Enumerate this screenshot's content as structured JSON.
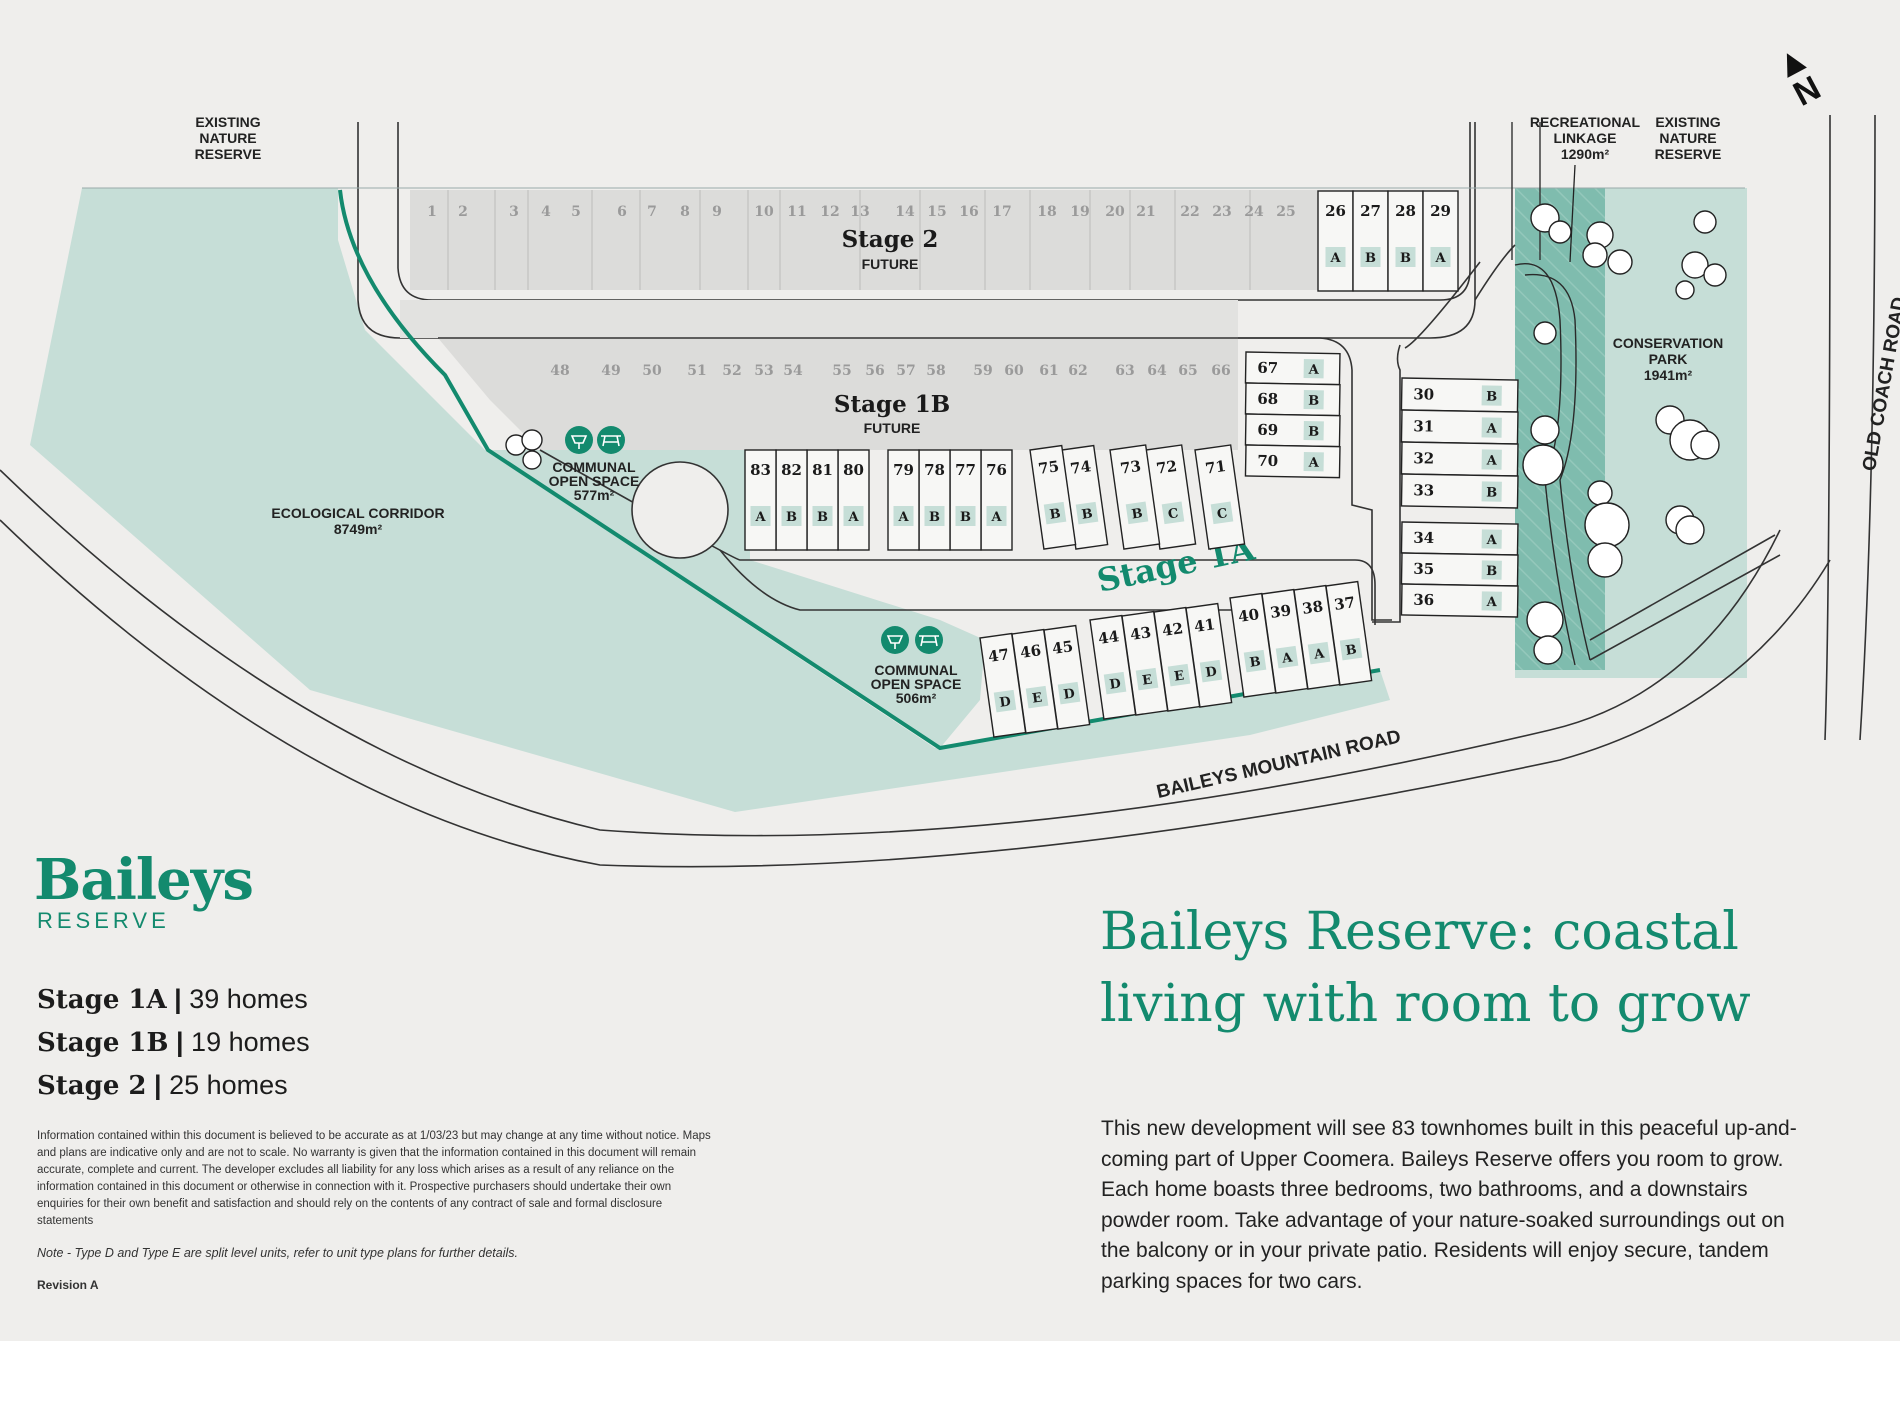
{
  "colors": {
    "accent": "#138a6e",
    "green_area": "#c6ded7",
    "linkage": "#7fbcae",
    "future_lot": "#dcdcda",
    "background": "#efeeec"
  },
  "map": {
    "labels": {
      "existing_nature_reserve_left": [
        "EXISTING",
        "NATURE",
        "RESERVE"
      ],
      "recreational_linkage": [
        "RECREATIONAL",
        "LINKAGE",
        "1290m²"
      ],
      "existing_nature_reserve_right": [
        "EXISTING",
        "NATURE",
        "RESERVE"
      ],
      "conservation_park": [
        "CONSERVATION",
        "PARK",
        "1941m²"
      ],
      "old_coach_road": "OLD COACH ROAD",
      "ecological_corridor": [
        "ECOLOGICAL CORRIDOR",
        "8749m²"
      ],
      "communal_open_space_1": [
        "COMMUNAL",
        "OPEN SPACE",
        "577m²"
      ],
      "communal_open_space_2": [
        "COMMUNAL",
        "OPEN SPACE",
        "506m²"
      ],
      "baileys_mountain_road": "BAILEYS MOUNTAIN ROAD",
      "stage2_title": "Stage 2",
      "stage2_sub": "FUTURE",
      "stage1b_title": "Stage 1B",
      "stage1b_sub": "FUTURE",
      "stage1a_title": "Stage 1A",
      "north": "N"
    },
    "icons": [
      "north-arrow-icon",
      "bbq-icon",
      "picnic-table-icon",
      "tree-icon"
    ],
    "future_lots_stage2": [
      "1",
      "2",
      "3",
      "4",
      "5",
      "6",
      "7",
      "8",
      "9",
      "10",
      "11",
      "12",
      "13",
      "14",
      "15",
      "16",
      "17",
      "18",
      "19",
      "20",
      "21",
      "22",
      "23",
      "24",
      "25"
    ],
    "future_lots_stage1b": [
      "48",
      "49",
      "50",
      "51",
      "52",
      "53",
      "54",
      "55",
      "56",
      "57",
      "58",
      "59",
      "60",
      "61",
      "62",
      "63",
      "64",
      "65",
      "66"
    ],
    "lots": [
      {
        "n": "26",
        "t": "A"
      },
      {
        "n": "27",
        "t": "B"
      },
      {
        "n": "28",
        "t": "B"
      },
      {
        "n": "29",
        "t": "A"
      },
      {
        "n": "30",
        "t": "B"
      },
      {
        "n": "31",
        "t": "A"
      },
      {
        "n": "32",
        "t": "A"
      },
      {
        "n": "33",
        "t": "B"
      },
      {
        "n": "34",
        "t": "A"
      },
      {
        "n": "35",
        "t": "B"
      },
      {
        "n": "36",
        "t": "A"
      },
      {
        "n": "37",
        "t": "B"
      },
      {
        "n": "38",
        "t": "A"
      },
      {
        "n": "39",
        "t": "A"
      },
      {
        "n": "40",
        "t": "B"
      },
      {
        "n": "41",
        "t": "D"
      },
      {
        "n": "42",
        "t": "E"
      },
      {
        "n": "43",
        "t": "E"
      },
      {
        "n": "44",
        "t": "D"
      },
      {
        "n": "45",
        "t": "D"
      },
      {
        "n": "46",
        "t": "E"
      },
      {
        "n": "47",
        "t": "D"
      },
      {
        "n": "67",
        "t": "A"
      },
      {
        "n": "68",
        "t": "B"
      },
      {
        "n": "69",
        "t": "B"
      },
      {
        "n": "70",
        "t": "A"
      },
      {
        "n": "71",
        "t": "C"
      },
      {
        "n": "72",
        "t": "C"
      },
      {
        "n": "73",
        "t": "B"
      },
      {
        "n": "74",
        "t": "B"
      },
      {
        "n": "75",
        "t": "B"
      },
      {
        "n": "76",
        "t": "A"
      },
      {
        "n": "77",
        "t": "B"
      },
      {
        "n": "78",
        "t": "B"
      },
      {
        "n": "79",
        "t": "A"
      },
      {
        "n": "80",
        "t": "A"
      },
      {
        "n": "81",
        "t": "B"
      },
      {
        "n": "82",
        "t": "B"
      },
      {
        "n": "83",
        "t": "A"
      }
    ]
  },
  "brand": {
    "name": "Baileys",
    "sub": "RESERVE"
  },
  "stages": [
    {
      "name": "Stage 1A",
      "sep": " | ",
      "homes": "39 homes"
    },
    {
      "name": "Stage 1B",
      "sep": " | ",
      "homes": "19 homes"
    },
    {
      "name": "Stage 2",
      "sep": " | ",
      "homes": "25 homes"
    }
  ],
  "disclaimer": "Information contained within this document is believed to be accurate as at 1/03/23 but may change at any time without notice. Maps and plans are indicative only and are not to scale. No warranty is given that the information contained in this document will remain accurate, complete and current. The developer excludes all liability for any loss which arises as a result of any reliance on the information contained in this document or otherwise in connection with it. Prospective purchasers should undertake their own enquiries for their own benefit and satisfaction and should rely on the contents of any contract of sale and formal disclosure statements",
  "note": "Note - Type D and Type E are split level units, refer to unit type plans for further details.",
  "revision": "Revision A",
  "headline": "Baileys Reserve: coastal living with room to grow",
  "body": "This new development will see 83 townhomes built in this peaceful up-and-coming part of Upper Coomera. Baileys Reserve offers you room to grow. Each home boasts three bedrooms, two bathrooms, and a downstairs powder room. Take advantage of your nature-soaked surroundings out on the balcony or in your private patio. Residents will enjoy secure, tandem parking spaces for two cars."
}
